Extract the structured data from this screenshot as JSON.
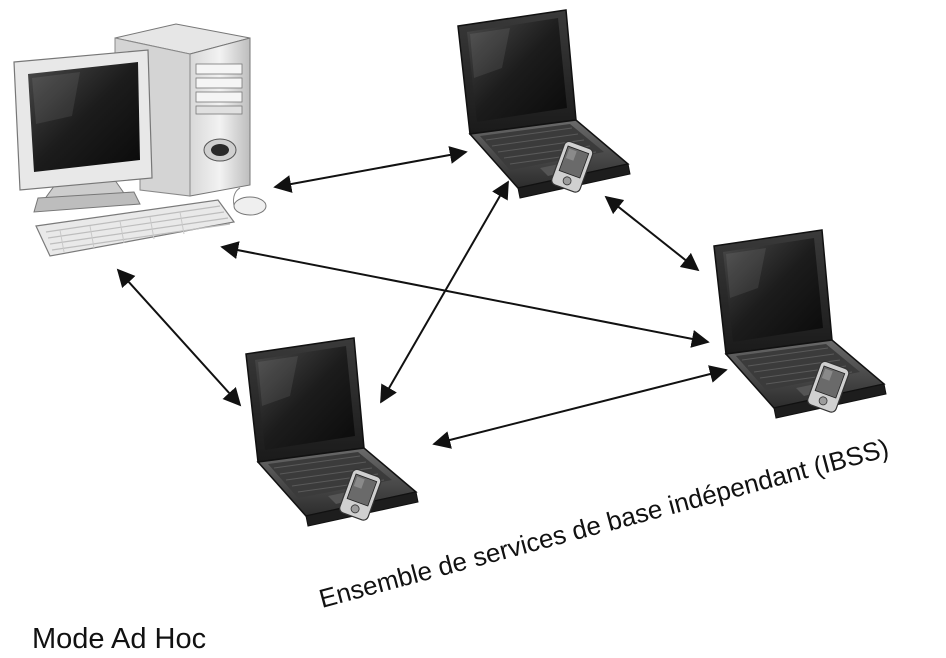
{
  "diagram": {
    "caption_ibss": "Ensemble de services de base indépendant (IBSS)",
    "caption_mode": "Mode Ad Hoc"
  },
  "nodes": [
    {
      "id": "desktop",
      "icon": "desktop-computer-icon"
    },
    {
      "id": "laptop-top",
      "icon": "laptop-with-pda-icon"
    },
    {
      "id": "laptop-right",
      "icon": "laptop-with-pda-icon"
    },
    {
      "id": "laptop-bottom",
      "icon": "laptop-with-pda-icon"
    }
  ],
  "links": [
    {
      "from": "desktop",
      "to": "laptop-top"
    },
    {
      "from": "desktop",
      "to": "laptop-right"
    },
    {
      "from": "desktop",
      "to": "laptop-bottom"
    },
    {
      "from": "laptop-top",
      "to": "laptop-right"
    },
    {
      "from": "laptop-top",
      "to": "laptop-bottom"
    },
    {
      "from": "laptop-bottom",
      "to": "laptop-right"
    }
  ]
}
